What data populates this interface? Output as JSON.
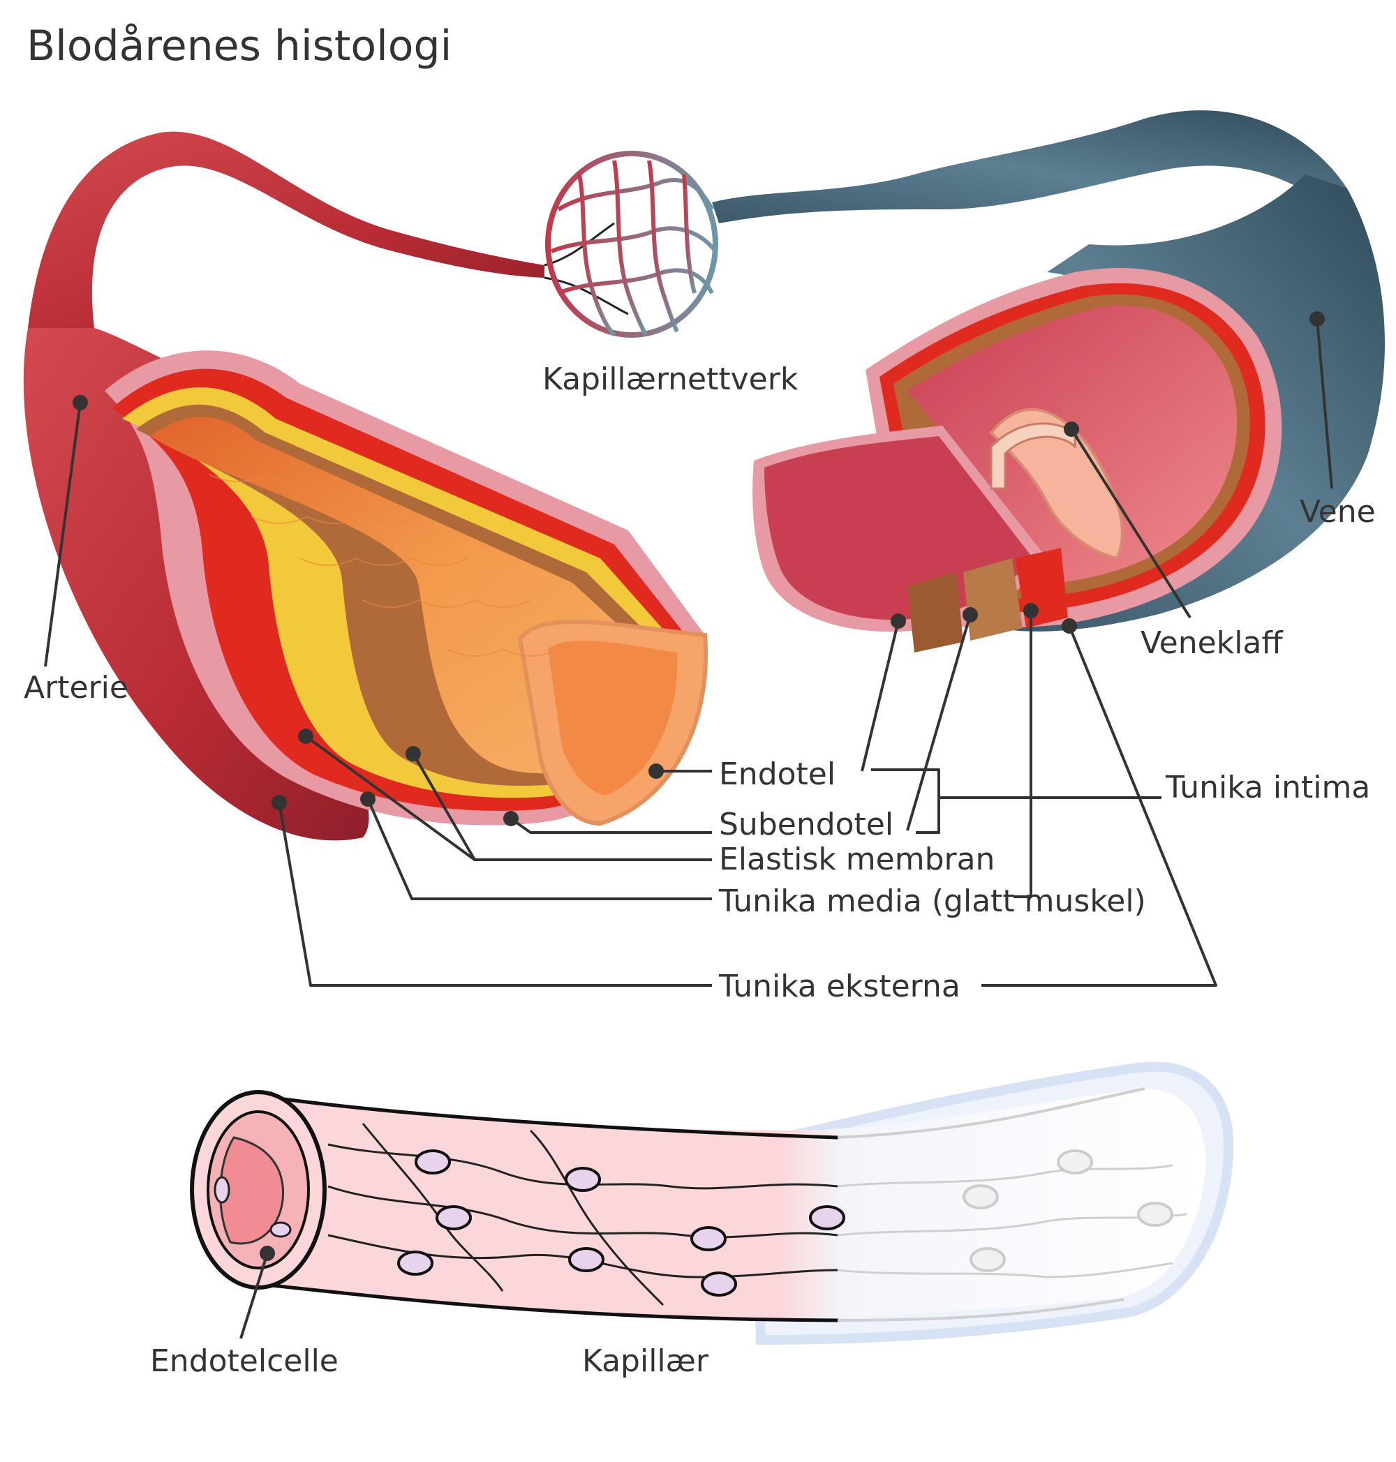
{
  "title": "Blodårenes histologi",
  "labels": {
    "capillary_network": "Kapillærnettverk",
    "artery": "Arterie",
    "vein": "Vene",
    "vein_valve": "Veneklaff",
    "endothelium": "Endotel",
    "subendothelium": "Subendotel",
    "elastic_membrane": "Elastisk membran",
    "tunica_media": "Tunika media (glatt muskel)",
    "tunica_externa": "Tunika eksterna",
    "tunica_intima": "Tunika intima",
    "endothelial_cell": "Endotelcelle",
    "capillary": "Kapillær"
  },
  "colors": {
    "artery_outer": "#c2313a",
    "artery_lumen": "#f08a3c",
    "vein_outer": "#3d5a6c",
    "vein_lumen": "#d94a5c",
    "tunica_media": "#e02a20",
    "elastic": "#f1c93a",
    "externa": "#e79aa3",
    "capillary_fill": "#fbd7da",
    "text": "#333333"
  }
}
